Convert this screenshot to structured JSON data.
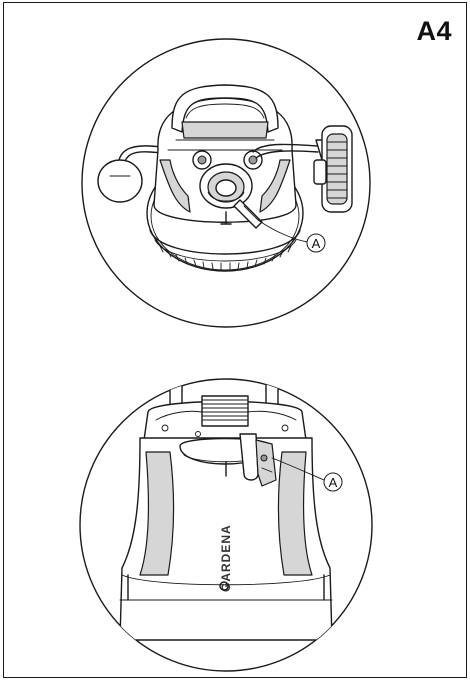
{
  "figure": {
    "label": "A4"
  },
  "top_view": {
    "callout": "A"
  },
  "bottom_view": {
    "callout": "A",
    "brand": "GARDENA"
  },
  "colors": {
    "line": "#1a1a1a",
    "shade": "#d6d6d6",
    "background": "#ffffff"
  }
}
